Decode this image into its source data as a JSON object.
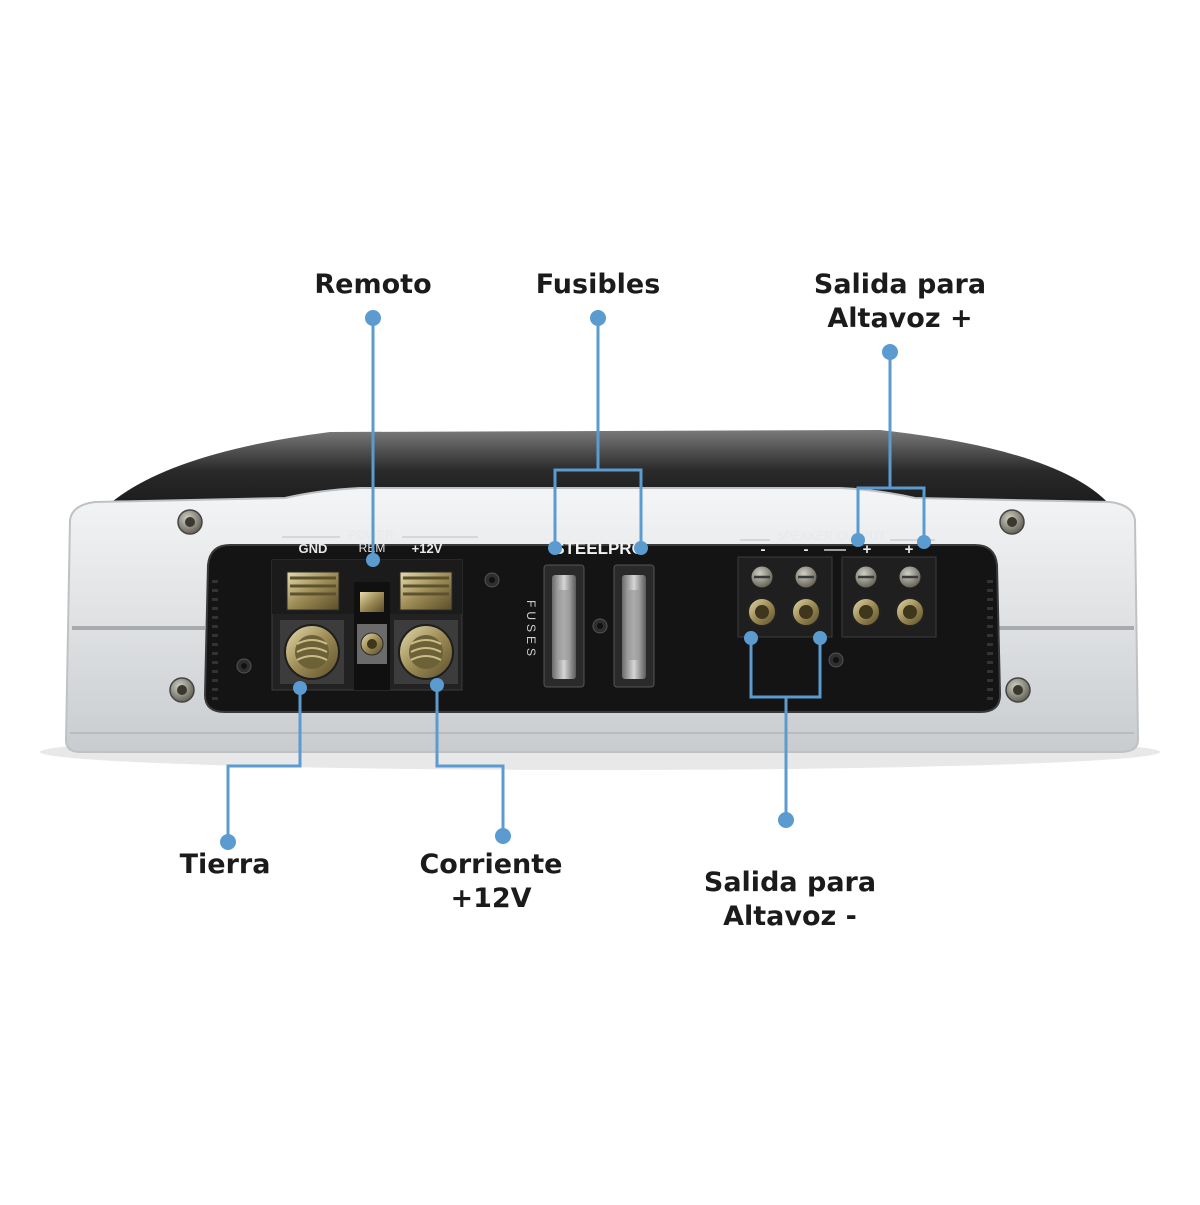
{
  "callouts": {
    "remoto": "Remoto",
    "fusibles": "Fusibles",
    "salida_pos_l1": "Salida para",
    "salida_pos_l2": "Altavoz +",
    "tierra": "Tierra",
    "corriente_l1": "Corriente",
    "corriente_l2": "+12V",
    "salida_neg_l1": "Salida para",
    "salida_neg_l2": "Altavoz -"
  },
  "panel_labels": {
    "gnd": "GND",
    "power": "POWER",
    "rem": "REM",
    "plus12v": "+12V",
    "brand": "STEELPRO",
    "fuses": "FUSES",
    "speaker_output": "SPEAKER OUTPUT",
    "minus1": "-",
    "minus2": "-",
    "plus1": "+",
    "plus2": "+"
  },
  "colors": {
    "leader_line": "#5b9bd0",
    "housing": "#e6e8ea",
    "panel": "#141414"
  }
}
